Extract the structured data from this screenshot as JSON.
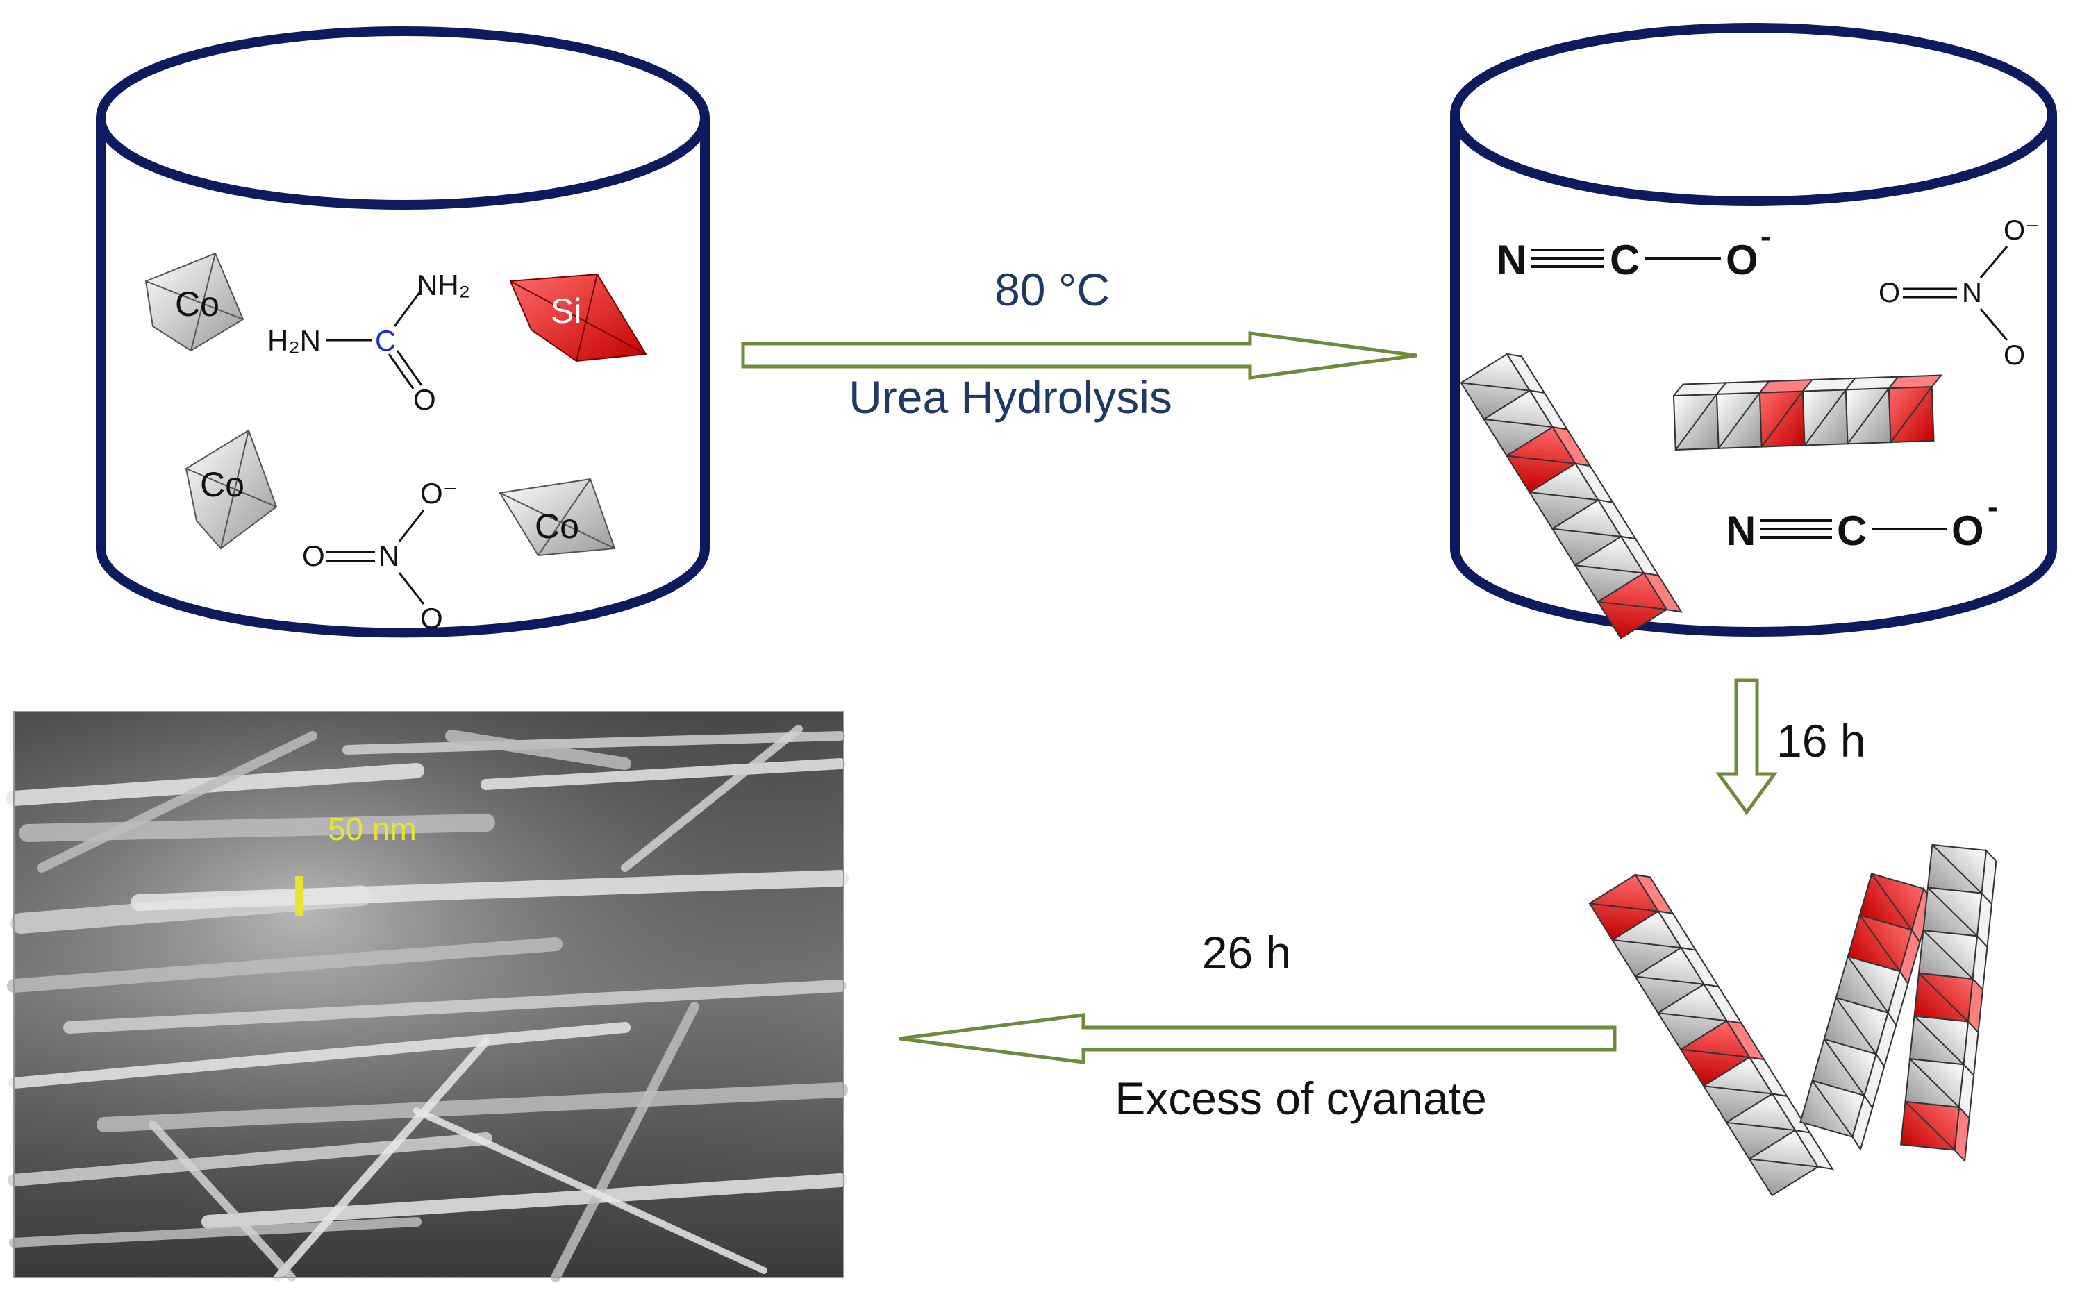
{
  "reaction_steps": {
    "step1_temperature": "80 °C",
    "step1_process": "Urea Hydrolysis",
    "step2_time": "16 h",
    "step3_time": "26 h",
    "step3_process": "Excess of cyanate"
  },
  "vessel1": {
    "cobalt_label": "Co",
    "silicon_label": "Si",
    "urea_nh2_top": "NH₂",
    "urea_nh2_left": "H₂N",
    "urea_carbon": "C",
    "urea_oxygen": "O",
    "nitrate_o_minus": "O⁻",
    "nitrate_o_double": "O",
    "nitrate_n": "N",
    "nitrate_o_bottom": "O"
  },
  "vessel2": {
    "cyanate_n": "N",
    "cyanate_c": "C",
    "cyanate_o": "O",
    "cyanate_charge": "-",
    "nitrate_o_minus": "O⁻",
    "nitrate_o_double": "O",
    "nitrate_n": "N",
    "nitrate_o_bottom": "O"
  },
  "sem_image": {
    "scale_label": "50 nm"
  },
  "colors": {
    "vessel_outline": "#0d1b5e",
    "arrow_outline": "#6e8b3d",
    "silicon_red": "#e53030",
    "cobalt_gray": "#cfcfcf",
    "urea_carbon_blue": "#1a2fd0",
    "scale_yellow": "#e6e632",
    "step1_text": "#1f3864",
    "text_dark": "#111111"
  }
}
